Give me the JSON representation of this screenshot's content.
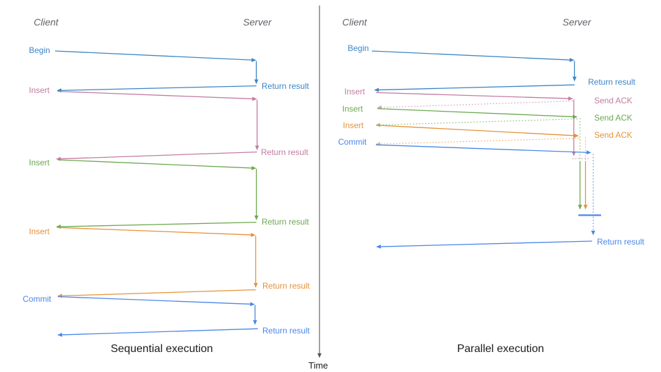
{
  "diagram": {
    "time_label": "Time",
    "colors": {
      "begin_blue": "#3d85c6",
      "insert_pink": "#c27ba0",
      "insert_green": "#6aa84f",
      "insert_orange": "#e69138",
      "commit_blue": "#4a86e8",
      "dashed_pink": "#d5a6bd",
      "dashed_green": "#93c47c",
      "dashed_orange": "#f6b26b",
      "dashed_blue": "#6d9eeb",
      "axis_gray": "#555555",
      "lifeline_gray": "#5f6368"
    },
    "left": {
      "title": "Sequential execution",
      "client": "Client",
      "server": "Server",
      "messages": [
        {
          "request": "Begin",
          "response": "Return result"
        },
        {
          "request": "Insert",
          "response": "Return result"
        },
        {
          "request": "Insert",
          "response": "Return result"
        },
        {
          "request": "Insert",
          "response": "Return result"
        },
        {
          "request": "Commit",
          "response": "Return result"
        }
      ]
    },
    "right": {
      "title": "Parallel execution",
      "client": "Client",
      "server": "Server",
      "messages": [
        {
          "request": "Begin",
          "response": "Return result"
        },
        {
          "request": "Insert",
          "response": "Send ACK"
        },
        {
          "request": "Insert",
          "response": "Send ACK"
        },
        {
          "request": "Insert",
          "response": "Send ACK"
        },
        {
          "request": "Commit",
          "response": "Return result"
        }
      ]
    }
  }
}
